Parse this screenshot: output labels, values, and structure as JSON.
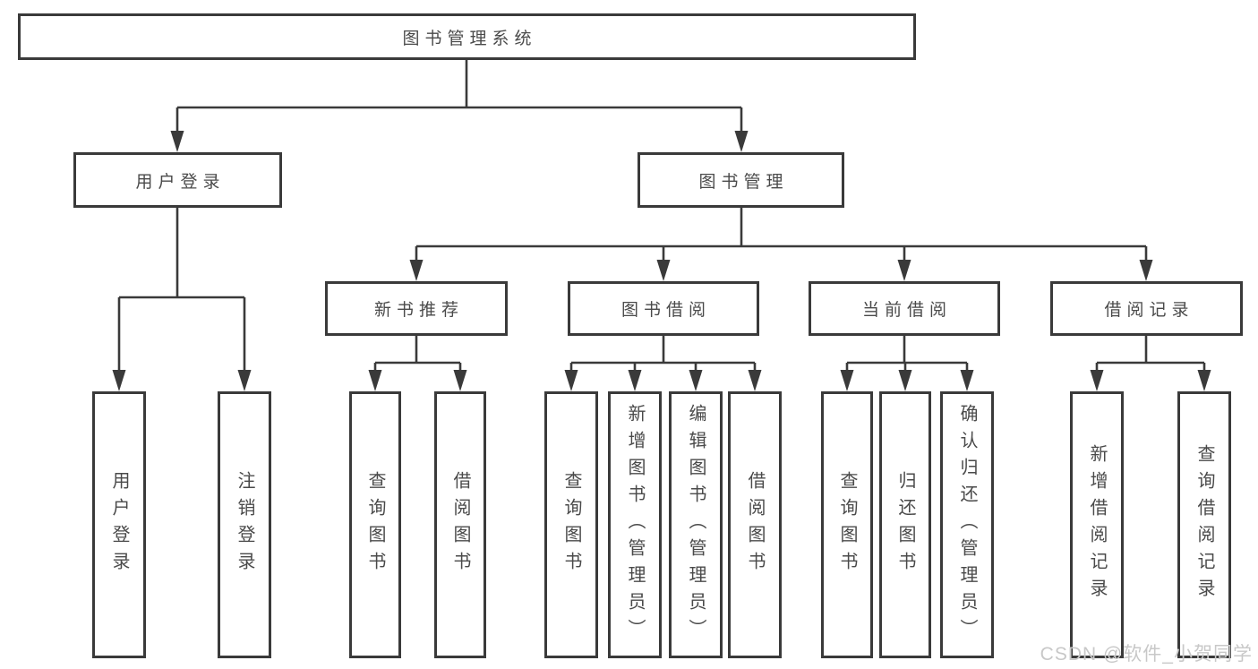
{
  "diagram": {
    "root": {
      "label": "图书管理系统"
    },
    "branches": {
      "user_login": {
        "label": "用户登录"
      },
      "book_management": {
        "label": "图书管理"
      }
    },
    "modules": {
      "new_book_recommend": {
        "label": "新书推荐"
      },
      "book_borrowing": {
        "label": "图书借阅"
      },
      "current_borrowing": {
        "label": "当前借阅"
      },
      "borrowing_records": {
        "label": "借阅记录"
      }
    },
    "leaves": {
      "login_user_login": {
        "label": "用户登录"
      },
      "login_logout": {
        "label": "注销登录"
      },
      "rec_query_books": {
        "label": "查询图书"
      },
      "rec_borrow_books": {
        "label": "借阅图书"
      },
      "borrow_query_books": {
        "label": "查询图书"
      },
      "borrow_add_books_admin": {
        "label": "新增图书（管理员）"
      },
      "borrow_edit_books_admin": {
        "label": "编辑图书（管理员）"
      },
      "borrow_borrow_books": {
        "label": "借阅图书"
      },
      "cur_query_books": {
        "label": "查询图书"
      },
      "cur_return_books": {
        "label": "归还图书"
      },
      "cur_confirm_return_admin": {
        "label": "确认归还（管理员）"
      },
      "recs_add_record": {
        "label": "新增借阅记录"
      },
      "recs_query_record": {
        "label": "查询借阅记录"
      }
    },
    "colors": {
      "line": "#3a3a3a",
      "text": "#4a4a4a",
      "background": "#ffffff",
      "watermark": "#c8c8c8"
    }
  },
  "watermark": {
    "text": "CSDN @软件_小贺同学"
  }
}
